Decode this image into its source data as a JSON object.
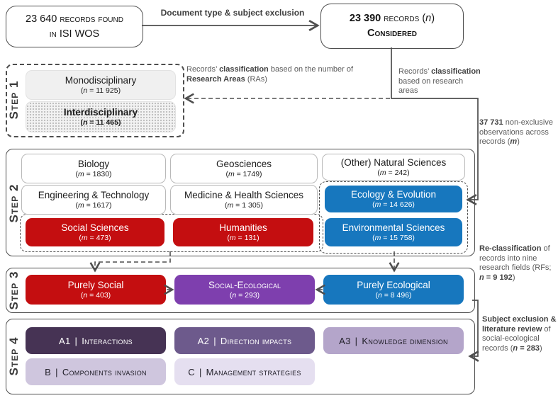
{
  "top": {
    "found_box": {
      "l1a": "23 640 ",
      "l1b": "records found",
      "l2a": "in ",
      "l2b": "ISI WOS"
    },
    "arrow_label": "Document type & subject exclusion",
    "considered_box": {
      "num": "23 390 ",
      "sc": "records ",
      "open": "(",
      "var": "n",
      "close": ")",
      "line2": "Considered"
    }
  },
  "step1": {
    "label": "Step 1",
    "boxes": [
      {
        "label": "Monodisciplinary",
        "open": "(",
        "var": "n",
        "rest": " = 11 925)"
      },
      {
        "label": "Interdisciplinary",
        "open": "(",
        "var": "n",
        "rest": " = 11 465)"
      }
    ]
  },
  "step2": {
    "label": "Step 2",
    "boxes": [
      {
        "label": "Biology",
        "open": "(",
        "var": "m",
        "rest": " = 1830)"
      },
      {
        "label": "Geosciences",
        "open": "(",
        "var": "m",
        "rest": " = 1749)"
      },
      {
        "label": "(Other) Natural Sciences",
        "open": "(",
        "var": "m",
        "rest": " = 242)"
      },
      {
        "label": "Engineering & Technology",
        "open": "(",
        "var": "m",
        "rest": " = 1617)"
      },
      {
        "label": "Medicine & Health Sciences",
        "open": "(",
        "var": "m",
        "rest": " = 1 305)"
      },
      {
        "label": "Ecology & Evolution",
        "open": "(",
        "var": "m",
        "rest": " = 14 626)"
      },
      {
        "label": "Social Sciences",
        "open": "(",
        "var": "m",
        "rest": " = 473)"
      },
      {
        "label": "Humanities",
        "open": "(",
        "var": "m",
        "rest": " = 131)"
      },
      {
        "label": "Environmental Sciences",
        "open": "(",
        "var": "m",
        "rest": " = 15 758)"
      }
    ]
  },
  "step3": {
    "label": "Step 3",
    "boxes": [
      {
        "label": "Purely Social",
        "open": "(",
        "var": "n",
        "rest": " = 403)"
      },
      {
        "label": "Social-Ecological",
        "open": "(",
        "var": "n",
        "rest": " = 293)"
      },
      {
        "label": "Purely Ecological",
        "open": "(",
        "var": "n",
        "rest": " = 8 496)"
      }
    ]
  },
  "step4": {
    "label": "Step 4",
    "boxes": [
      {
        "code": "A1",
        "sep": "|",
        "label": "Interactions"
      },
      {
        "code": "A2",
        "sep": "|",
        "label": "Direction impacts"
      },
      {
        "code": "A3",
        "sep": "|",
        "label": "Knowledge dimension"
      },
      {
        "code": "B",
        "sep": "|",
        "label": "Components invasion"
      },
      {
        "code": "C",
        "sep": "|",
        "label": "Management strategies"
      }
    ]
  },
  "annotations": {
    "classification_ras": {
      "p1": "Records’ ",
      "b1": "classification",
      "p2": " based on the number of ",
      "b2": "Research Areas",
      "p3": " (RAs)"
    },
    "classification_areas": {
      "p1": "Records’ ",
      "b1": "classification",
      "p2": " based on research areas"
    },
    "observations": {
      "b1": "37 731",
      "p1": " non-exclusive observations across records (",
      "v": "m",
      "p2": ")"
    },
    "reclassification": {
      "b1": "Re-classification",
      "p1": " of records into nine research fields (RFs; ",
      "v": "n",
      "b2": " = 9 192",
      "p2": ")"
    },
    "subject_exclusion": {
      "b1": "Subject exclusion & literature review",
      "p1": " of social-ecological records (",
      "v": "n",
      "b2": " = 283",
      "p2": ")"
    }
  },
  "colors": {
    "red": "#c40e10",
    "blue": "#1777be",
    "purple": "#7e3fae",
    "step4_a1": "#463354",
    "step4_a2": "#6d5a8c",
    "step4_a3": "#b4a5ca",
    "step4_b": "#cfc6de",
    "step4_c": "#e5dff0",
    "line_gray": "#4e4e4e"
  }
}
